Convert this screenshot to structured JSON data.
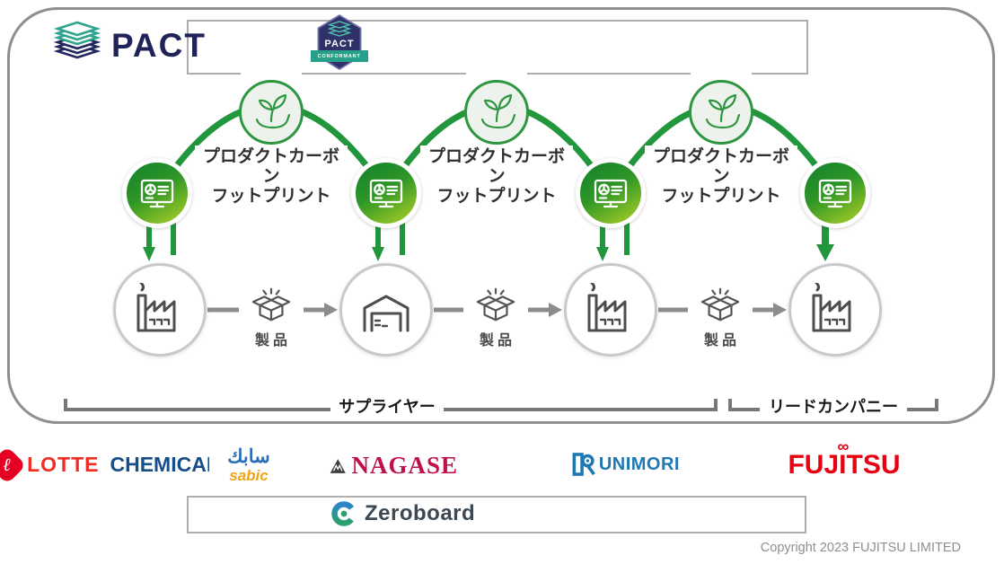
{
  "pact_logo": {
    "text": "PACT"
  },
  "badge": {
    "title": "PACT",
    "ribbon": "CONFORMANT"
  },
  "flow": {
    "pcf_line1": "プロダクトカーボン",
    "pcf_line2": "フットプリント",
    "product": "製品",
    "supplier": "サプライヤー",
    "lead_company": "リードカンパニー"
  },
  "logos": {
    "lotte_script_letter": "ℓ",
    "lotte_word1": "LOTTE",
    "lotte_word2": "CHEMICAL",
    "sabic_arabic": "سابك",
    "sabic_latin": "sabic",
    "nagase": "NAGASE",
    "kunimori": "UNIMORI",
    "fujitsu": "FUJITSU",
    "fujitsu_infinity": "∞",
    "zeroboard": "Zeroboard"
  },
  "footer": {
    "copyright": "Copyright 2023 FUJITSU LIMITED"
  },
  "colors": {
    "green": "#21963c",
    "gradient_start": "#15832d",
    "gradient_end": "#a6cc27",
    "pact_navy": "#1f2357",
    "pact_teal": "#2fa48e",
    "badge_teal": "#27a08a",
    "arrow_gray": "#8c8c8c",
    "fujitsu_red": "#e60012",
    "nagase_crimson": "#c01048",
    "kunimori_blue": "#1e78b4",
    "lotte_red": "#e60023",
    "lotte_navy": "#174e89",
    "sabic_blue": "#2a6db8",
    "sabic_orange": "#f0a413"
  }
}
